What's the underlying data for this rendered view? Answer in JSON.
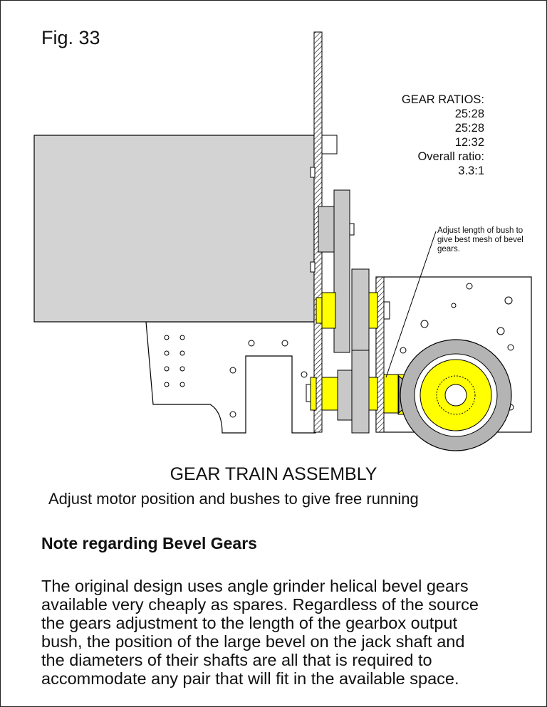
{
  "figure": {
    "label": "Fig. 33"
  },
  "gear_ratios": {
    "heading": "GEAR RATIOS:",
    "lines": [
      "25:28",
      "25:28",
      "12:32"
    ],
    "overall_label": "Overall ratio:",
    "overall_value": "3.3:1"
  },
  "callout": {
    "lines": [
      "Adjust length of bush to",
      "give best mesh of bevel",
      "gears."
    ]
  },
  "caption": {
    "title": "GEAR TRAIN ASSEMBLY",
    "subtitle": "Adjust motor position and bushes to give free running"
  },
  "note": {
    "heading": "Note regarding Bevel Gears",
    "body_lines": [
      "The original design uses angle grinder helical bevel gears",
      "available very cheaply as spares. Regardless of the source",
      "the gears adjustment to the length of the gearbox output",
      "bush, the position of the large bevel on the jack shaft and",
      "the diameters of their shafts are all that is required to",
      "accommodate any pair that will fit in the available space."
    ]
  },
  "colors": {
    "bush_yellow": "#ffff00",
    "gear_grey": "#c8c8c8",
    "motor_grey": "#d3d3d3",
    "bevel_grey": "#b4b4b4",
    "outline": "#000000"
  }
}
